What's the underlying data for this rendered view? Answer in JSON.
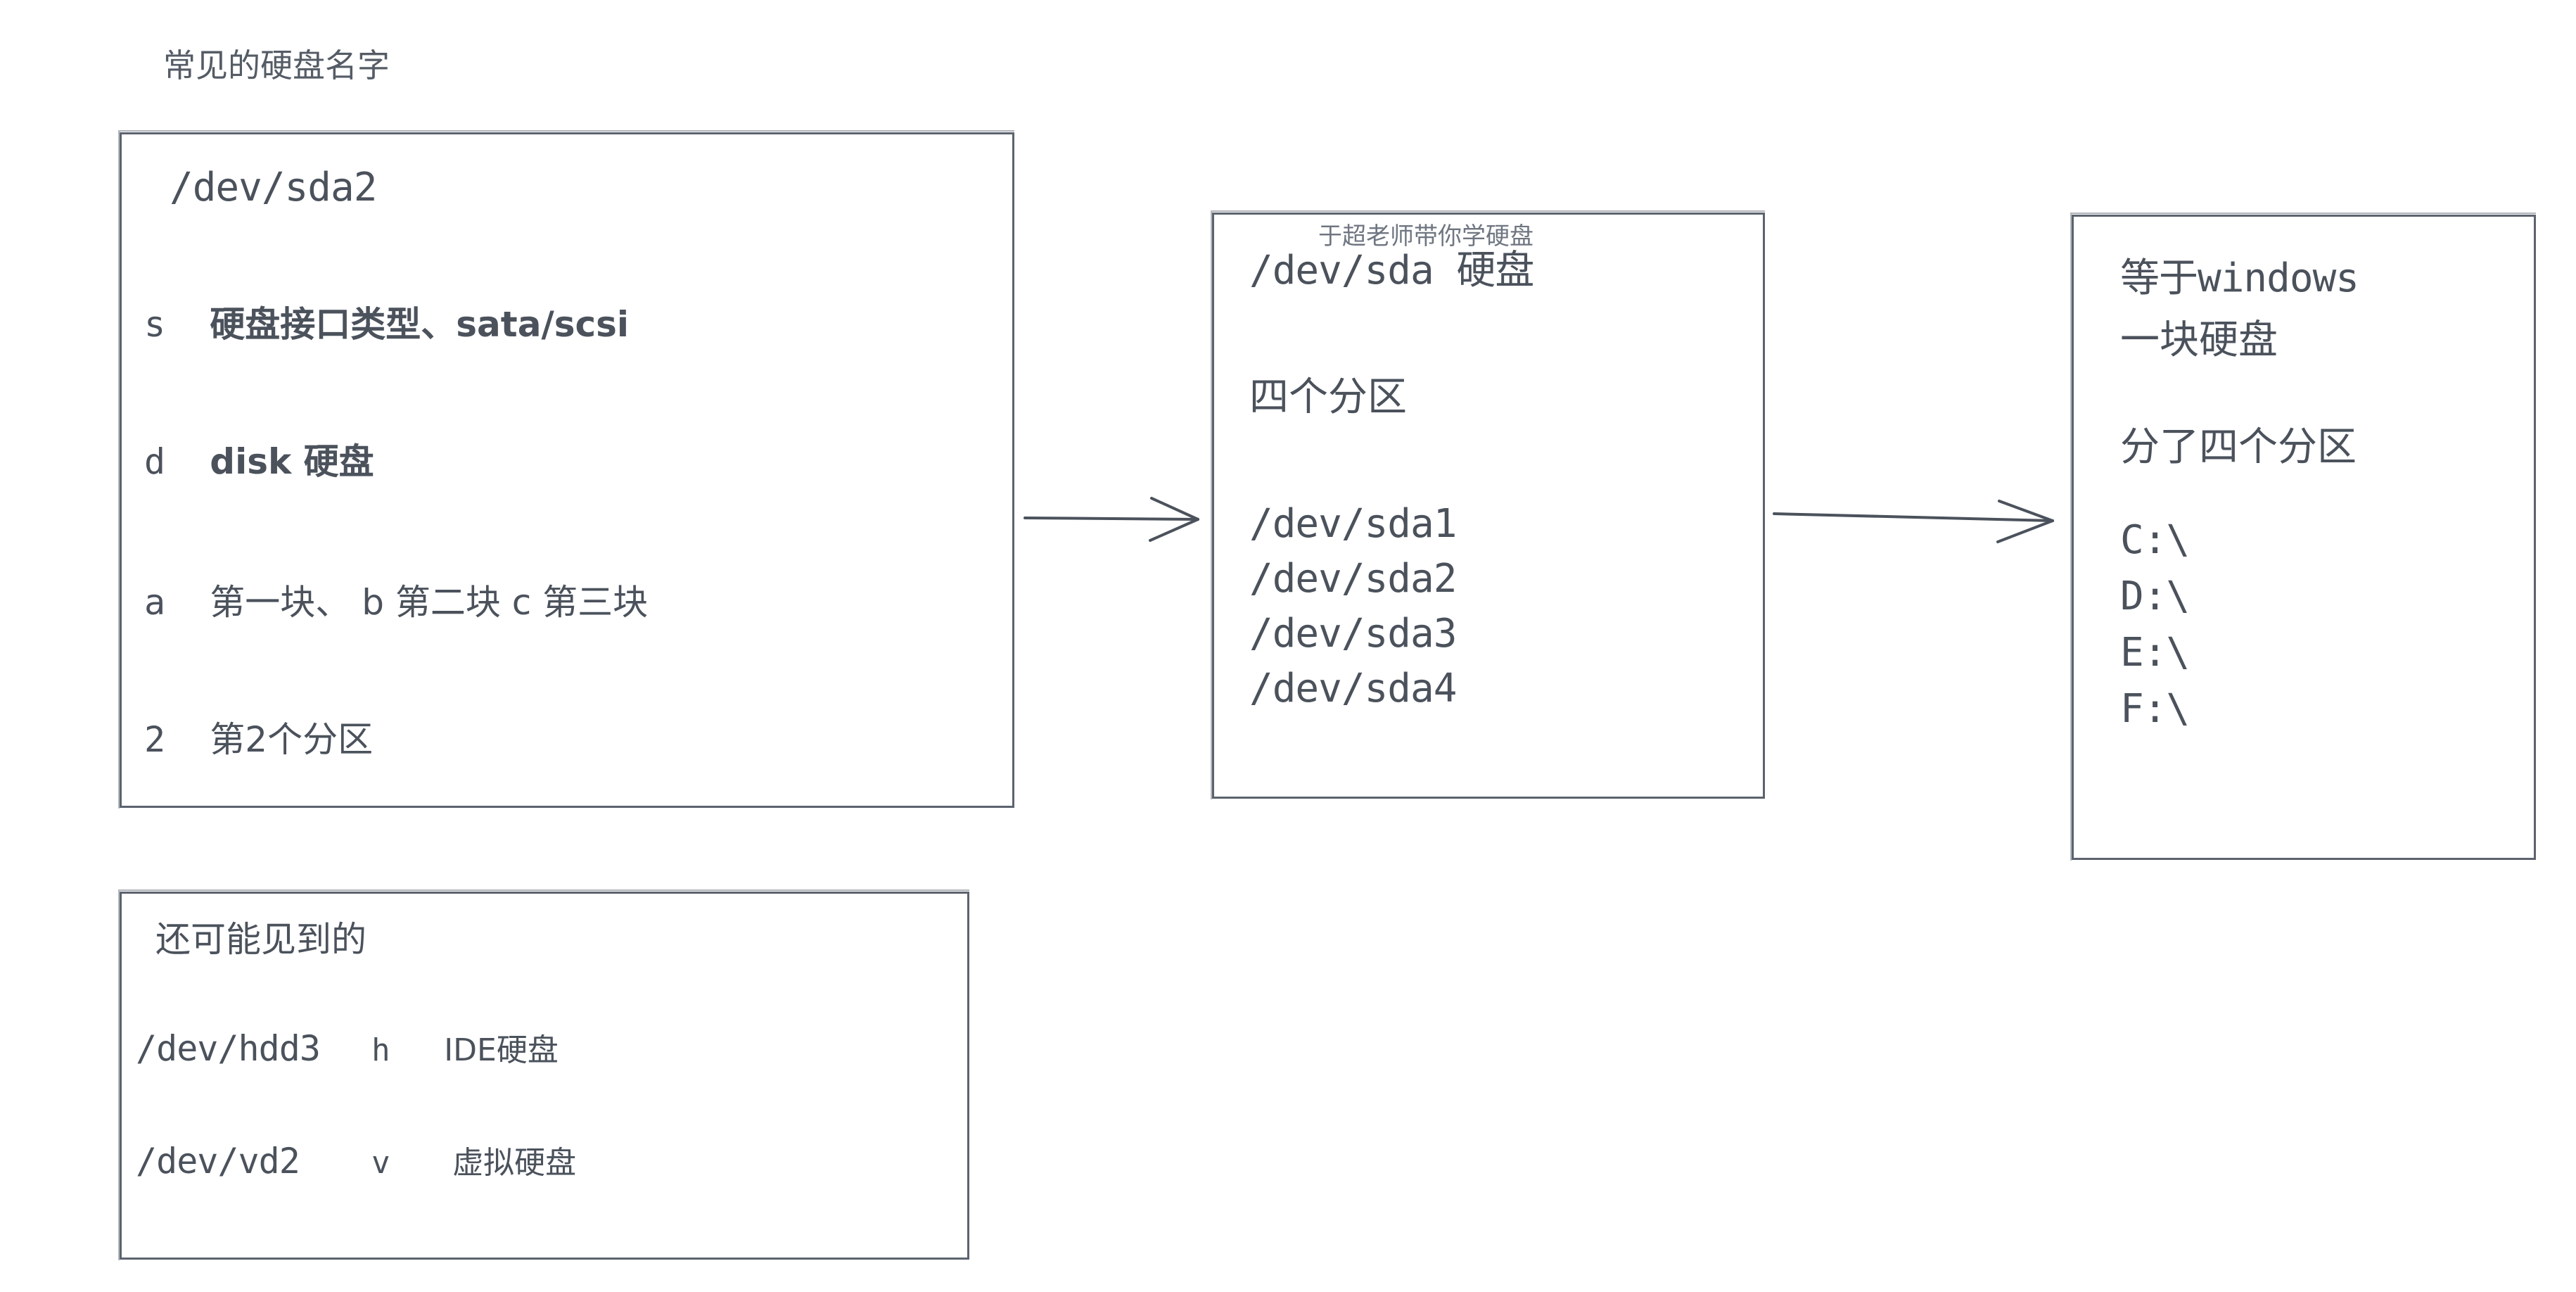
{
  "page": {
    "title": "常见的硬盘名字",
    "background": "#ffffff",
    "ink_color": "#4b525c",
    "border_color": "#5c636e",
    "watermark_color": "#6f7681"
  },
  "watermark": {
    "text": "于超老师带你学硬盘"
  },
  "naming_box": {
    "heading": "/dev/sda2",
    "rows": [
      {
        "key": "s",
        "desc": "硬盘接口类型、sata/scsi"
      },
      {
        "key": "d",
        "desc": "disk 硬盘"
      },
      {
        "key": "a",
        "desc": "第一块、 b 第二块   c 第三块"
      },
      {
        "key": "2",
        "desc": "第2个分区"
      }
    ]
  },
  "disk_box": {
    "title": "/dev/sda 硬盘",
    "subtitle": "四个分区",
    "partitions": [
      "/dev/sda1",
      "/dev/sda2",
      "/dev/sda3",
      "/dev/sda4"
    ]
  },
  "windows_box": {
    "line1": "等于windows",
    "line2": "一块硬盘",
    "line3": "分了四个分区",
    "drives": [
      "C:\\",
      "D:\\",
      "E:\\",
      "F:\\"
    ]
  },
  "other_box": {
    "heading": "还可能见到的",
    "rows": [
      {
        "device": "/dev/hdd3",
        "key": "h",
        "desc": "IDE硬盘"
      },
      {
        "device": "/dev/vd2",
        "key": "v",
        "desc": "虚拟硬盘"
      }
    ]
  },
  "arrows": [
    {
      "name": "naming-to-disk",
      "label": ""
    },
    {
      "name": "disk-to-windows",
      "label": ""
    }
  ]
}
